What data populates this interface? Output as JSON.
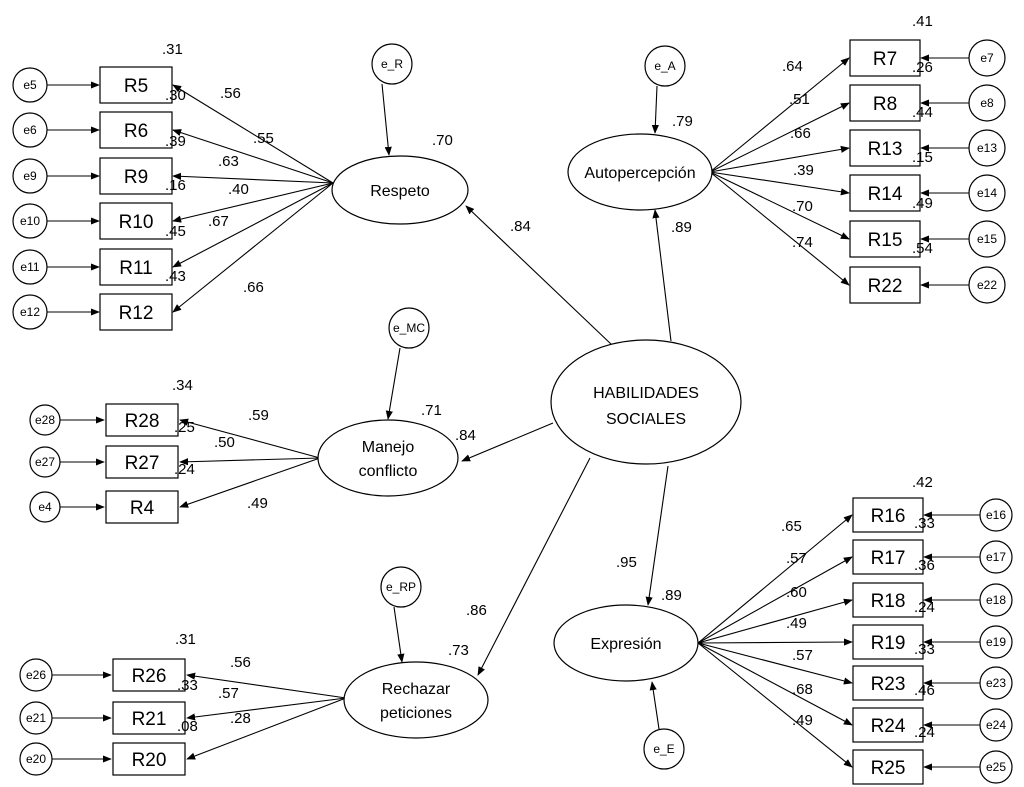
{
  "factor": {
    "line1": "HABILIDADES",
    "line2": "SOCIALES"
  },
  "latents": {
    "respeto": {
      "text": "Respeto",
      "r2": ".70",
      "path": ".84",
      "err": "e_R"
    },
    "autopercepcion": {
      "text": "Autopercepción",
      "r2": ".79",
      "path": ".89",
      "err": "e_A"
    },
    "manejo": {
      "line1": "Manejo",
      "line2": "conflicto",
      "r2": ".71",
      "path": ".84",
      "err": "e_MC"
    },
    "rechazar": {
      "line1": "Rechazar",
      "line2": "peticiones",
      "r2": ".73",
      "path": ".86",
      "err": "e_RP"
    },
    "expresion": {
      "text": "Expresión",
      "r2": ".89",
      "path": ".95",
      "err": "e_E"
    }
  },
  "items": {
    "R5": {
      "label": "R5",
      "err": "e5",
      "loading": ".56",
      "r2": ".31"
    },
    "R6": {
      "label": "R6",
      "err": "e6",
      "loading": ".55",
      "r2": ".30"
    },
    "R9": {
      "label": "R9",
      "err": "e9",
      "loading": ".63",
      "r2": ".39"
    },
    "R10": {
      "label": "R10",
      "err": "e10",
      "loading": ".40",
      "r2": ".16"
    },
    "R11": {
      "label": "R11",
      "err": "e11",
      "loading": ".67",
      "r2": ".45"
    },
    "R12": {
      "label": "R12",
      "err": "e12",
      "loading": ".66",
      "r2": ".43"
    },
    "R7": {
      "label": "R7",
      "err": "e7",
      "loading": ".64",
      "r2": ".41"
    },
    "R8": {
      "label": "R8",
      "err": "e8",
      "loading": ".51",
      "r2": ".26"
    },
    "R13": {
      "label": "R13",
      "err": "e13",
      "loading": ".66",
      "r2": ".44"
    },
    "R14": {
      "label": "R14",
      "err": "e14",
      "loading": ".39",
      "r2": ".15"
    },
    "R15": {
      "label": "R15",
      "err": "e15",
      "loading": ".70",
      "r2": ".49"
    },
    "R22": {
      "label": "R22",
      "err": "e22",
      "loading": ".74",
      "r2": ".54"
    },
    "R28": {
      "label": "R28",
      "err": "e28",
      "loading": ".59",
      "r2": ".34"
    },
    "R27": {
      "label": "R27",
      "err": "e27",
      "loading": ".50",
      "r2": ".25"
    },
    "R4": {
      "label": "R4",
      "err": "e4",
      "loading": ".49",
      "r2": ".24"
    },
    "R26": {
      "label": "R26",
      "err": "e26",
      "loading": ".56",
      "r2": ".31"
    },
    "R21": {
      "label": "R21",
      "err": "e21",
      "loading": ".57",
      "r2": ".33"
    },
    "R20": {
      "label": "R20",
      "err": "e20",
      "loading": ".28",
      "r2": ".08"
    },
    "R16": {
      "label": "R16",
      "err": "e16",
      "loading": ".65",
      "r2": ".42"
    },
    "R17": {
      "label": "R17",
      "err": "e17",
      "loading": ".57",
      "r2": ".33"
    },
    "R18": {
      "label": "R18",
      "err": "e18",
      "loading": ".60",
      "r2": ".36"
    },
    "R19": {
      "label": "R19",
      "err": "e19",
      "loading": ".49",
      "r2": ".24"
    },
    "R23": {
      "label": "R23",
      "err": "e23",
      "loading": ".57",
      "r2": ".33"
    },
    "R24": {
      "label": "R24",
      "err": "e24",
      "loading": ".68",
      "r2": ".46"
    },
    "R25": {
      "label": "R25",
      "err": "e25",
      "loading": ".49",
      "r2": ".24"
    }
  }
}
